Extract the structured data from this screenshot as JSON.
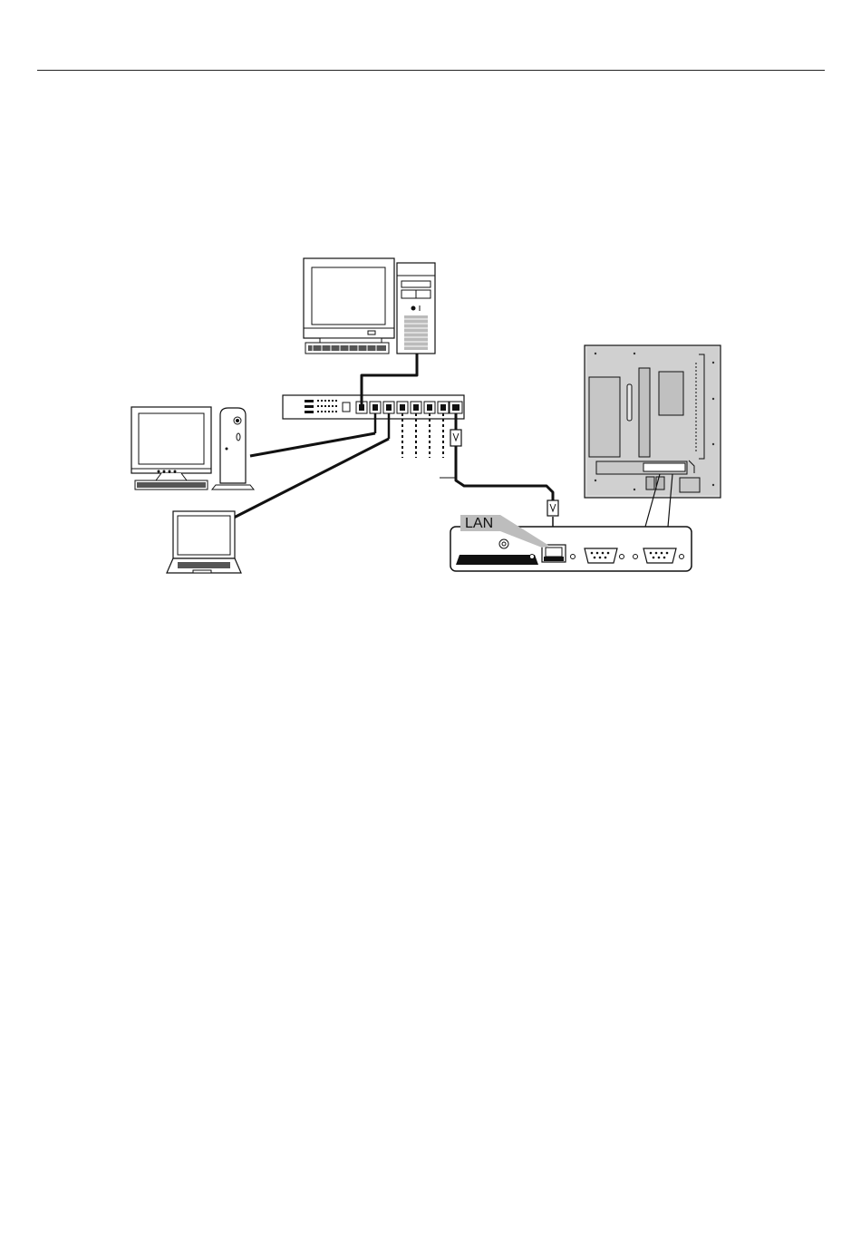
{
  "diagram": {
    "port_label": "LAN",
    "nodes": [
      "desktop-tower-pc",
      "network-hub",
      "compact-pc",
      "laptop",
      "display-back-panel",
      "display-terminal-panel"
    ],
    "connections": [
      {
        "from": "desktop-tower-pc",
        "to": "network-hub"
      },
      {
        "from": "compact-pc",
        "to": "network-hub"
      },
      {
        "from": "laptop",
        "to": "network-hub"
      },
      {
        "from": "network-hub",
        "to": "display-terminal-panel"
      }
    ]
  }
}
